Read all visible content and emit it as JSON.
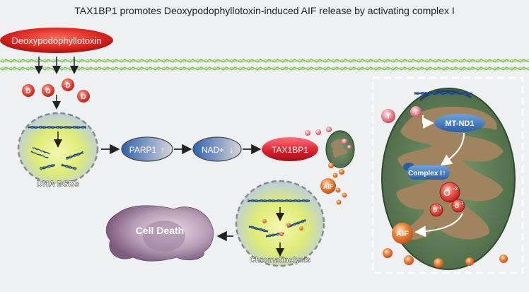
{
  "title": "TAX1BP1 promotes Deoxypodophyllotoxin-induced AIF release by activating complex I",
  "drug": {
    "label": "Deoxypodophyllotoxin",
    "short": "D"
  },
  "nucleus": {
    "label": "DNA DSBs"
  },
  "pathway": {
    "parp1": "PARP1",
    "nad": "NAD+",
    "tax1bp1": "TAX1BP1",
    "parp1_dir": "↑",
    "nad_dir": "↓"
  },
  "aif": {
    "label": "AIF"
  },
  "nucleus2": {
    "label": "Chromatinolysis"
  },
  "cell_death": {
    "label": "Cell Death"
  },
  "mito": {
    "t": "T",
    "mtnd1": "MT-ND1",
    "complex1": "Complex I",
    "complex1_dir": "↑",
    "o2_big": "O",
    "o2_small": "O",
    "o2_sup": "-2",
    "aif": "AIF"
  },
  "colors": {
    "drug_red": "#d8231b",
    "pill_blue": "#3a73b5",
    "pill_red": "#d81f2a",
    "mito_green": "#5d7f58",
    "mito_inner": "#a08460",
    "orange": "#e8732a",
    "nucleus_glow": "#e6f07a"
  }
}
